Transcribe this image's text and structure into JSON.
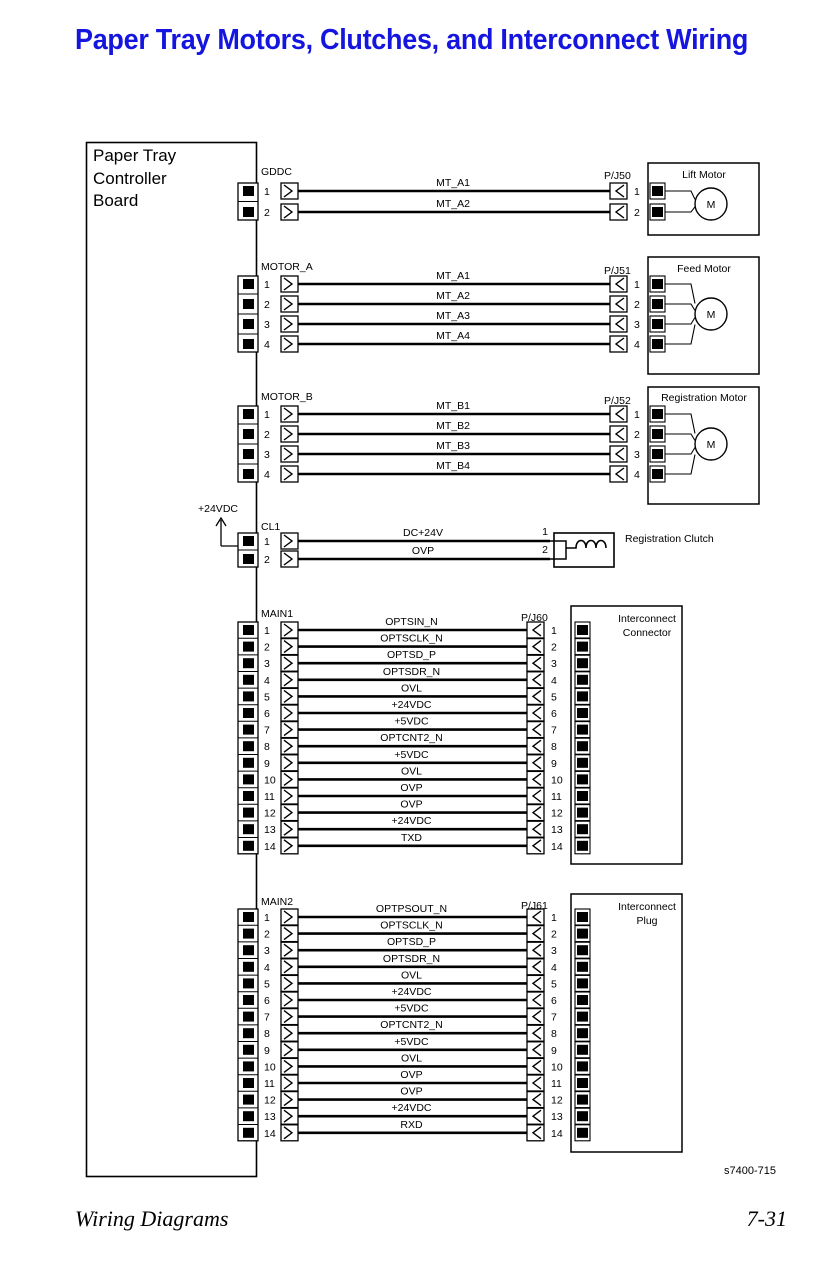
{
  "title": "Paper Tray Motors, Clutches, and Interconnect Wiring",
  "board": {
    "lines": [
      "Paper Tray",
      "Controller",
      "Board"
    ]
  },
  "power_label": "+24VDC",
  "blocks": [
    {
      "id": "gddc",
      "name": "GDDC",
      "pins": [
        "1",
        "2"
      ],
      "signals": [
        "MT_A1",
        "MT_A2"
      ],
      "far_name": "P/J50",
      "far_pins": [
        "1",
        "2"
      ],
      "device": {
        "label": "Lift Motor",
        "symbol": "M"
      }
    },
    {
      "id": "motor_a",
      "name": "MOTOR_A",
      "pins": [
        "1",
        "2",
        "3",
        "4"
      ],
      "signals": [
        "MT_A1",
        "MT_A2",
        "MT_A3",
        "MT_A4"
      ],
      "far_name": "P/J51",
      "far_pins": [
        "1",
        "2",
        "3",
        "4"
      ],
      "device": {
        "label": "Feed Motor",
        "symbol": "M"
      }
    },
    {
      "id": "motor_b",
      "name": "MOTOR_B",
      "pins": [
        "1",
        "2",
        "3",
        "4"
      ],
      "signals": [
        "MT_B1",
        "MT_B2",
        "MT_B3",
        "MT_B4"
      ],
      "far_name": "P/J52",
      "far_pins": [
        "1",
        "2",
        "3",
        "4"
      ],
      "device": {
        "label": "Registration  Motor",
        "symbol": "M"
      }
    },
    {
      "id": "cl1",
      "name": "CL1",
      "pins": [
        "1",
        "2"
      ],
      "signals": [
        "DC+24V",
        "OVP"
      ],
      "far_pins": [
        "1",
        "2"
      ],
      "device": {
        "label": "Registration Clutch"
      }
    },
    {
      "id": "main1",
      "name": "MAIN1",
      "pins": [
        "1",
        "2",
        "3",
        "4",
        "5",
        "6",
        "7",
        "8",
        "9",
        "10",
        "11",
        "12",
        "13",
        "14"
      ],
      "signals": [
        "OPTSIN_N",
        "OPTSCLK_N",
        "OPTSD_P",
        "OPTSDR_N",
        "OVL",
        "+24VDC",
        "+5VDC",
        "OPTCNT2_N",
        "+5VDC",
        "OVL",
        "OVP",
        "OVP",
        "+24VDC",
        "TXD"
      ],
      "far_name": "P/J60",
      "far_pins": [
        "1",
        "2",
        "3",
        "4",
        "5",
        "6",
        "7",
        "8",
        "9",
        "10",
        "11",
        "12",
        "13",
        "14"
      ],
      "device": {
        "label_lines": [
          "Interconnect",
          "Connector"
        ]
      }
    },
    {
      "id": "main2",
      "name": "MAIN2",
      "pins": [
        "1",
        "2",
        "3",
        "4",
        "5",
        "6",
        "7",
        "8",
        "9",
        "10",
        "11",
        "12",
        "13",
        "14"
      ],
      "signals": [
        "OPTPSOUT_N",
        "OPTSCLK_N",
        "OPTSD_P",
        "OPTSDR_N",
        "OVL",
        "+24VDC",
        "+5VDC",
        "OPTCNT2_N",
        "+5VDC",
        "OVL",
        "OVP",
        "OVP",
        "+24VDC",
        "RXD"
      ],
      "far_name": "P/J61",
      "far_pins": [
        "1",
        "2",
        "3",
        "4",
        "5",
        "6",
        "7",
        "8",
        "9",
        "10",
        "11",
        "12",
        "13",
        "14"
      ],
      "device": {
        "label_lines": [
          "Interconnect",
          "Plug"
        ]
      }
    }
  ],
  "figure_id": "s7400-715",
  "footer": {
    "left": "Wiring Diagrams",
    "right": "7-31"
  }
}
